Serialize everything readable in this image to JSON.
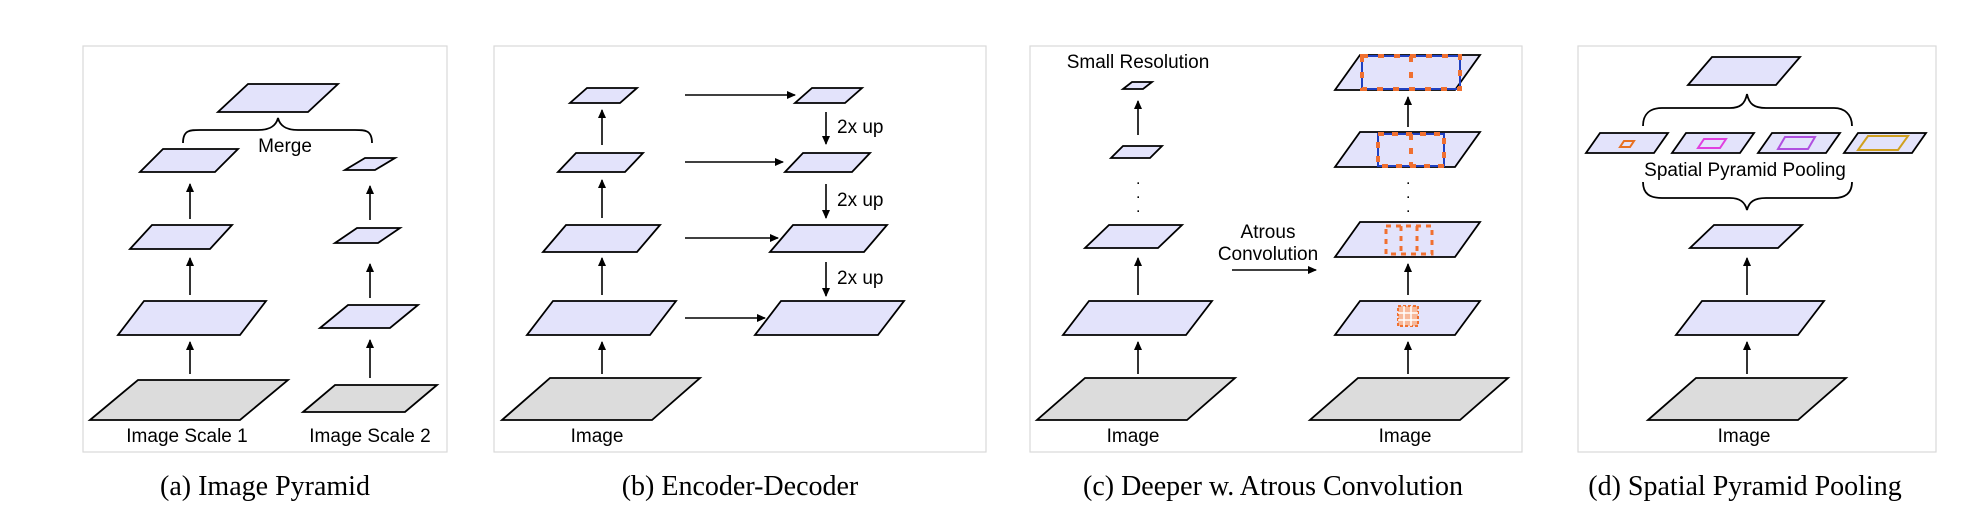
{
  "panels": {
    "a": {
      "caption": "(a) Image Pyramid",
      "merge_label": "Merge",
      "scale1_label": "Image Scale 1",
      "scale2_label": "Image Scale 2"
    },
    "b": {
      "caption": "(b) Encoder-Decoder",
      "image_label": "Image",
      "up_labels": [
        "2x up",
        "2x up",
        "2x up"
      ]
    },
    "c": {
      "caption": "(c) Deeper w. Atrous Convolution",
      "small_res_label": "Small Resolution",
      "atrous_line1": "Atrous",
      "atrous_line2": "Convolution",
      "image_label_left": "Image",
      "image_label_right": "Image"
    },
    "d": {
      "caption": "(d) Spatial Pyramid Pooling",
      "spp_label": "Spatial Pyramid Pooling",
      "image_label": "Image"
    }
  },
  "colors": {
    "feature_fill": "#e3e3fb",
    "image_fill": "#dcdcdc",
    "atrous_orange": "#f07030",
    "frame_blue": "#2040c0",
    "pool_orange": "#e87020",
    "pool_magenta": "#e040e0",
    "pool_purple": "#b050e0",
    "pool_gold": "#d0a020"
  }
}
